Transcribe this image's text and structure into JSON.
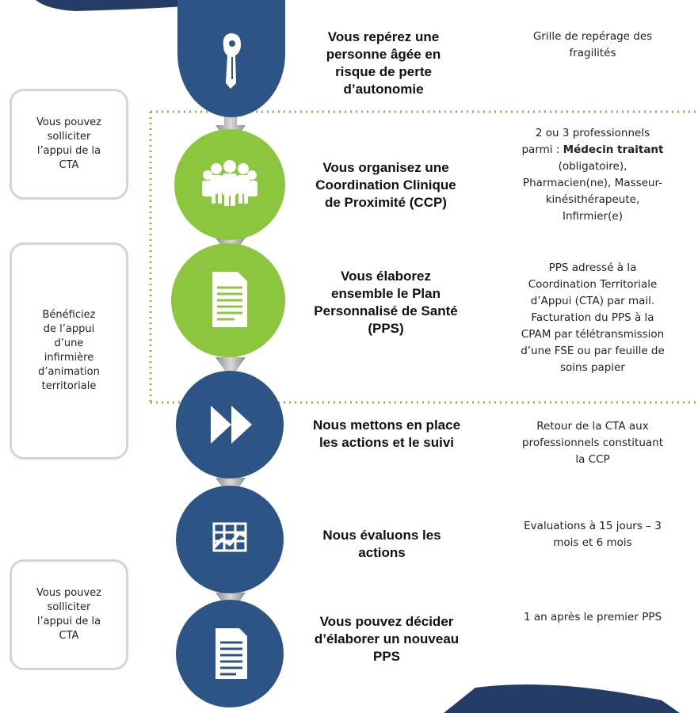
{
  "colors": {
    "dark_blue": "#2c5485",
    "green": "#8cc63f",
    "arrow_gray": "#a8a8a8",
    "box_border": "#c9d6ea",
    "dotted_line": "#7cbf3a"
  },
  "side_boxes": [
    {
      "lines": [
        "Vous pouvez",
        "solliciter",
        "l’appui de la",
        "CTA"
      ]
    },
    {
      "lines": [
        "Bénéficiez",
        "de l’appui",
        "d’une",
        "infirmière",
        "d’animation",
        "territoriale"
      ]
    },
    {
      "lines": [
        "Vous pouvez",
        "solliciter",
        "l’appui de la",
        "CTA"
      ]
    }
  ],
  "steps": [
    {
      "icon": "key-icon",
      "color": "blue",
      "title_lines": [
        "Vous repérez une",
        "personne âgée en",
        "risque de perte",
        "d’autonomie"
      ],
      "note_lines": [
        "Grille de repérage des",
        "fragilités"
      ]
    },
    {
      "icon": "group-people-icon",
      "color": "green",
      "title_lines": [
        "Vous organisez une",
        "Coordination Clinique",
        "de Proximité (CCP)"
      ],
      "note_lines": [
        "2 ou 3 professionnels",
        "parmi : ",
        "Médecin traitant",
        "(obligatoire),",
        "Pharmacien(ne), Masseur-",
        "kinésithérapeute,",
        "Infirmier(e)"
      ]
    },
    {
      "icon": "document-icon",
      "color": "green",
      "title_lines": [
        "Vous élaborez",
        "ensemble  le Plan",
        "Personnalisé de Santé",
        "(PPS)"
      ],
      "note_lines": [
        "PPS adressé à la",
        "Coordination Territoriale",
        "d’Appui (CTA) par mail.",
        "Facturation du PPS à la",
        "CPAM par télétransmission",
        "d’une FSE ou par feuille de",
        "soins papier"
      ]
    },
    {
      "icon": "fast-forward-icon",
      "color": "blue",
      "title_lines": [
        "Nous mettons en place",
        "les actions et le suivi"
      ],
      "note_lines": [
        "Retour de la CTA aux",
        "professionnels constituant",
        "la CCP"
      ]
    },
    {
      "icon": "chart-grid-icon",
      "color": "blue",
      "title_lines": [
        "Nous évaluons les",
        "actions"
      ],
      "note_lines": [
        "Evaluations à 15 jours – 3",
        "mois et 6 mois"
      ]
    },
    {
      "icon": "document-icon",
      "color": "blue",
      "title_lines": [
        "Vous pouvez décider",
        "d’élaborer un nouveau",
        "PPS"
      ],
      "note_lines": [
        "1 an après le premier PPS"
      ]
    }
  ]
}
